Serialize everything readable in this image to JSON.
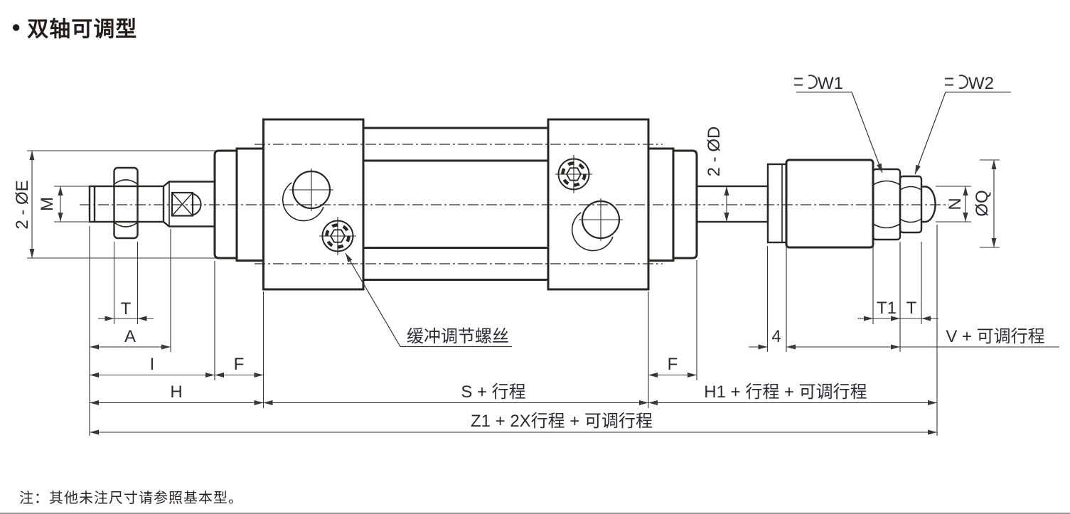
{
  "page": {
    "bullet": "●",
    "title": "双轴可调型",
    "note": "注：其他未注尺寸请参照基本型。"
  },
  "callouts": {
    "cushion_screw": "缓冲调节螺丝",
    "w1": "W1",
    "w2": "W2"
  },
  "dims": {
    "e": "2 - ØE",
    "m": "M",
    "t_left": "T",
    "a": "A",
    "i": "I",
    "f_left": "F",
    "h": "H",
    "s": "S + 行程",
    "f_right": "F",
    "h1": "H1 + 行程 + 可调行程",
    "z1": "Z1 + 2X行程 + 可调行程",
    "d": "2 - ØD",
    "four": "4",
    "t1": "T1",
    "t_right": "T",
    "v": "V + 可调行程",
    "n": "N",
    "q": "ØQ"
  },
  "colors": {
    "ink": "#2a2622",
    "dim_line": "#3a3632",
    "label_text": "#2b2b33"
  }
}
